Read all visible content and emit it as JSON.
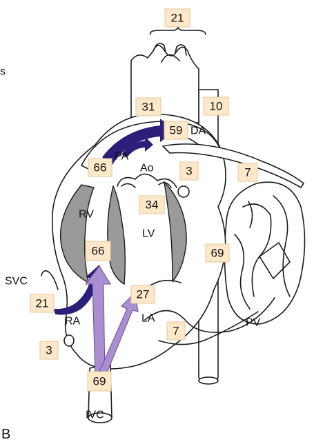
{
  "colors": {
    "badge_fill": "#fde9c9",
    "badge_border": "#e8c79a",
    "deoxy_arrow": "#2b1f7a",
    "mixed_arrow": "#a98fd0",
    "muscle_wall": "#9a9a9a"
  },
  "values": {
    "aorta_top": "21",
    "pulmonary_artery_left": "31",
    "descending_aorta": "10",
    "ductus_arteriosus": "59",
    "pulmonary_artery_main": "66",
    "aortic_root": "3",
    "lung_vein": "7",
    "left_ventricle": "34",
    "right_ventricle": "66",
    "descending_aorta_lower": "69",
    "superior_vena_cava": "21",
    "left_atrium": "27",
    "pulmonary_vein": "7",
    "coronary_sinus": "3",
    "inferior_vena_cava": "69"
  },
  "labels": {
    "ductus": "DA",
    "pulmonary_artery": "PA",
    "aorta": "Ao",
    "right_ventricle": "RV",
    "left_ventricle": "LV",
    "svc": "SVC",
    "right_atrium": "RA",
    "left_atrium": "LA",
    "pulmonary_vein": "PV",
    "ivc": "IVC",
    "edge_mark": "s",
    "panel": "B"
  }
}
